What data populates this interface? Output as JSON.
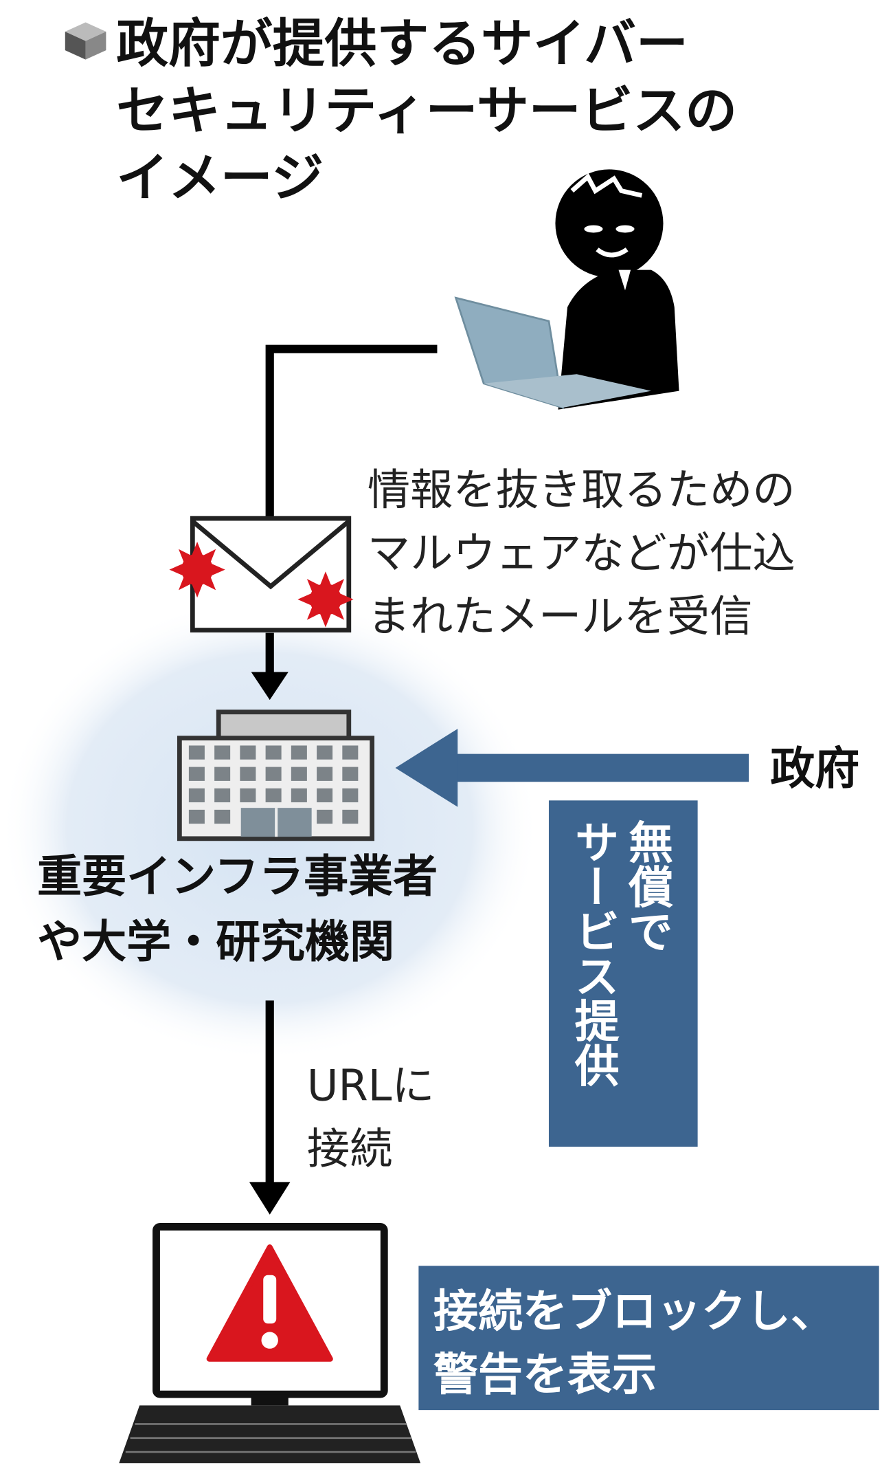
{
  "title": {
    "lines": [
      "政府が提供するサイバー",
      "セキュリティーサービスの",
      "イメージ"
    ]
  },
  "email_caption": {
    "lines": [
      "情報を抜き取るための",
      "マルウェアなどが仕込",
      "まれたメールを受信"
    ]
  },
  "organization_label": {
    "lines": [
      "重要インフラ事業者",
      "や大学・研究機関"
    ]
  },
  "government_label": "政府",
  "service_box": {
    "columns": [
      "無償で",
      "サービス提供"
    ]
  },
  "url_caption": {
    "lines": [
      "URLに",
      "接続"
    ]
  },
  "result_box": {
    "lines": [
      "接続をブロックし、",
      "警告を表示"
    ]
  },
  "colors": {
    "accent_blue": "#3d6590",
    "glow": "#dde8f4",
    "alert_red": "#d9161e",
    "laptop": "#8fadbf"
  },
  "icons": [
    "cube-icon",
    "hacker-icon",
    "laptop-icon",
    "malware-email-icon",
    "building-icon",
    "computer-warning-icon"
  ]
}
